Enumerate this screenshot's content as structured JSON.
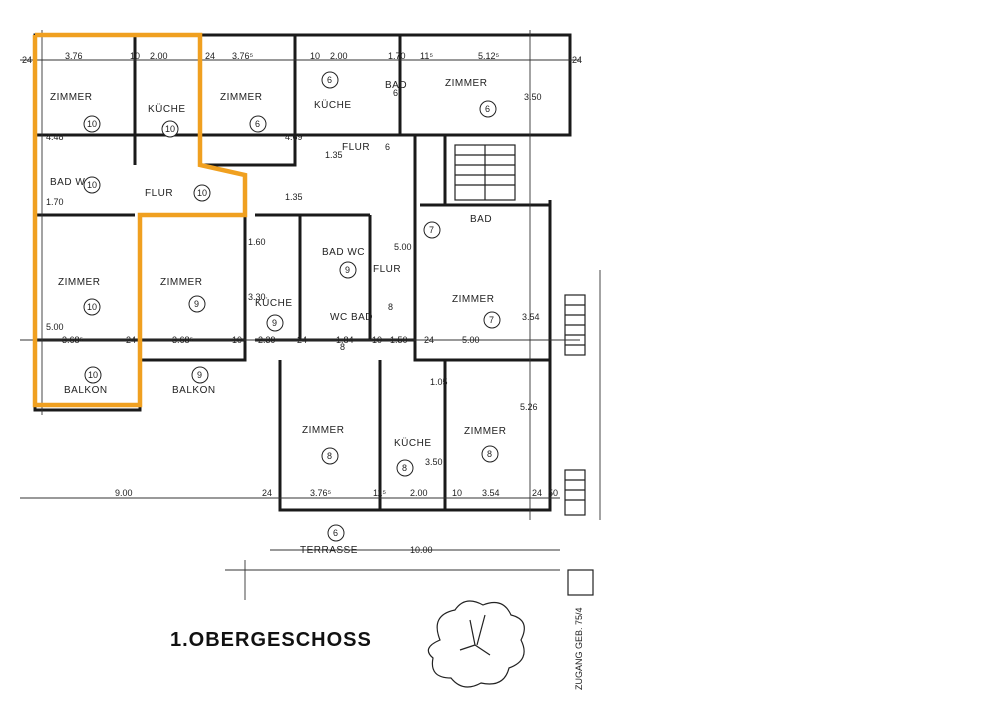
{
  "title": "1.OBERGESCHOSS",
  "highlight_color": "#f0a020",
  "rooms": [
    {
      "name": "ZIMMER",
      "unit": "10"
    },
    {
      "name": "KÜCHE",
      "unit": "10"
    },
    {
      "name": "ZIMMER",
      "unit": "6"
    },
    {
      "name": "KÜCHE",
      "unit": "6"
    },
    {
      "name": "ZIMMER",
      "unit": "6"
    },
    {
      "name": "FLUR",
      "unit": "6"
    },
    {
      "name": "BAD WC",
      "unit": "10"
    },
    {
      "name": "FLUR",
      "unit": "10"
    },
    {
      "name": "ZIMMER",
      "unit": "10"
    },
    {
      "name": "ZIMMER",
      "unit": "9"
    },
    {
      "name": "KÜCHE",
      "unit": "9"
    },
    {
      "name": "BAD WC",
      "unit": "9"
    },
    {
      "name": "FLUR",
      "unit": "8"
    },
    {
      "name": "WC BAD",
      "unit": "8"
    },
    {
      "name": "BAD",
      "unit": "7"
    },
    {
      "name": "ZIMMER",
      "unit": "7"
    },
    {
      "name": "BALKON",
      "unit": "10"
    },
    {
      "name": "BALKON",
      "unit": "9"
    },
    {
      "name": "ZIMMER",
      "unit": "8"
    },
    {
      "name": "KÜCHE",
      "unit": "8"
    },
    {
      "name": "ZIMMER",
      "unit": "8"
    },
    {
      "name": "TERRASSE",
      "unit": "6"
    },
    {
      "name": "BAD",
      "unit": "6"
    },
    {
      "name": "FLUR",
      "unit": "6"
    }
  ],
  "dimensions": [
    "24",
    "3.76",
    "10",
    "2.00",
    "24",
    "3.76⁵",
    "10",
    "2.00",
    "1.70",
    "11⁵",
    "5.12⁵",
    "24",
    "4.48",
    "1.70",
    "5.00",
    "4.69",
    "1.35",
    "1.35",
    "3.50",
    "3.68⁵",
    "24",
    "3.68⁵",
    "10",
    "2.39",
    "24",
    "1.84",
    "10",
    "1.50",
    "24",
    "5.00",
    "3.54",
    "5.00",
    "3.30",
    "1.60",
    "1.05",
    "5.26",
    "9.00",
    "24",
    "3.76⁵",
    "11⁵",
    "2.00",
    "10",
    "3.54",
    "24",
    "50",
    "10.00",
    "3.50",
    "8"
  ],
  "annotations": {
    "entrance": "ZUGANG GEB. 75/4"
  }
}
